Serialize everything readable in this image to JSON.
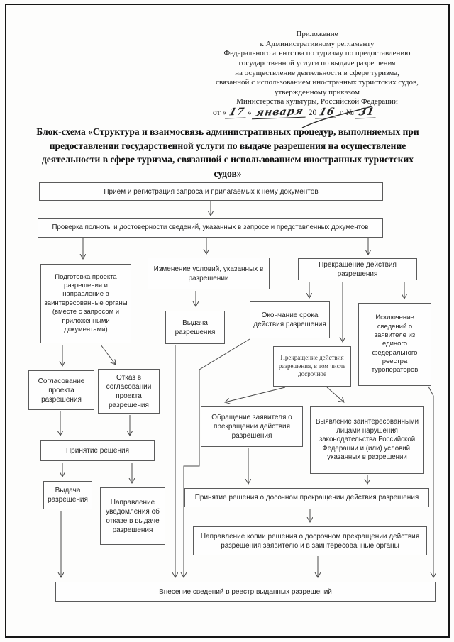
{
  "document": {
    "header_lines": [
      "Приложение",
      "к Административному регламенту",
      "Федерального агентства по туризму по предоставлению",
      "государственной услуги по выдаче разрешения",
      "на осуществление деятельности в сфере туризма,",
      "связанной с использованием иностранных туристских судов,",
      "утвержденному приказом",
      "Министерства культуры, Российской Федерации"
    ],
    "date": {
      "prefix": "от «",
      "day": "17",
      "close_quote": "»",
      "month": "января",
      "year_printed": "20",
      "year_hand": "16",
      "year_unit": "г. №",
      "number": "31"
    },
    "title": "Блок-схема «Структура и взаимосвязь административных процедур, выполняемых при предоставлении государственной услуги по выдаче разрешения на осуществление деятельности в сфере туризма, связанной с использованием иностранных туристских судов»"
  },
  "flowchart": {
    "nodes": {
      "receive": "Прием и регистрация запроса и прилагаемых к нему документов",
      "verify": "Проверка полноты и достоверности сведений, указанных в запросе и представленных документов",
      "prepare": "Подготовка проекта разрешения и направление в заинтересованные органы (вместе с запросом и приложенными документами)",
      "change_conditions": "Изменение условий, указанных в разрешении",
      "termination": "Прекращение действия разрешения",
      "issue_mid": "Выдача разрешения",
      "expiry": "Окончание срока действия разрешения",
      "exclusion": "Исключение сведений о заявителе из единого федерального реестра туроператоров",
      "termination_early": "Прекращение действия разрешения, в том числе досрочное",
      "approve": "Согласование проекта разрешения",
      "refuse_approve": "Отказ в согласовании проекта разрешения",
      "decision": "Принятие решения",
      "issue_left": "Выдача разрешения",
      "notice_refusal": "Направление уведомления об отказе в выдаче разрешения",
      "applicant_request": "Обращение заявителя о прекращении действия разрешения",
      "violation": "Выявление заинтересованными лицами нарушения законодательства Российской Федерации и (или) условий, указанных в разрешении",
      "early_decision": "Принятие решения о досочном прекращении действия разрешения",
      "copy_decision": "Направление копии решения о досрочном прекращении действия разрешения заявителю и в заинтересованные органы",
      "registry": "Внесение сведений в реестр выданных разрешений"
    }
  }
}
